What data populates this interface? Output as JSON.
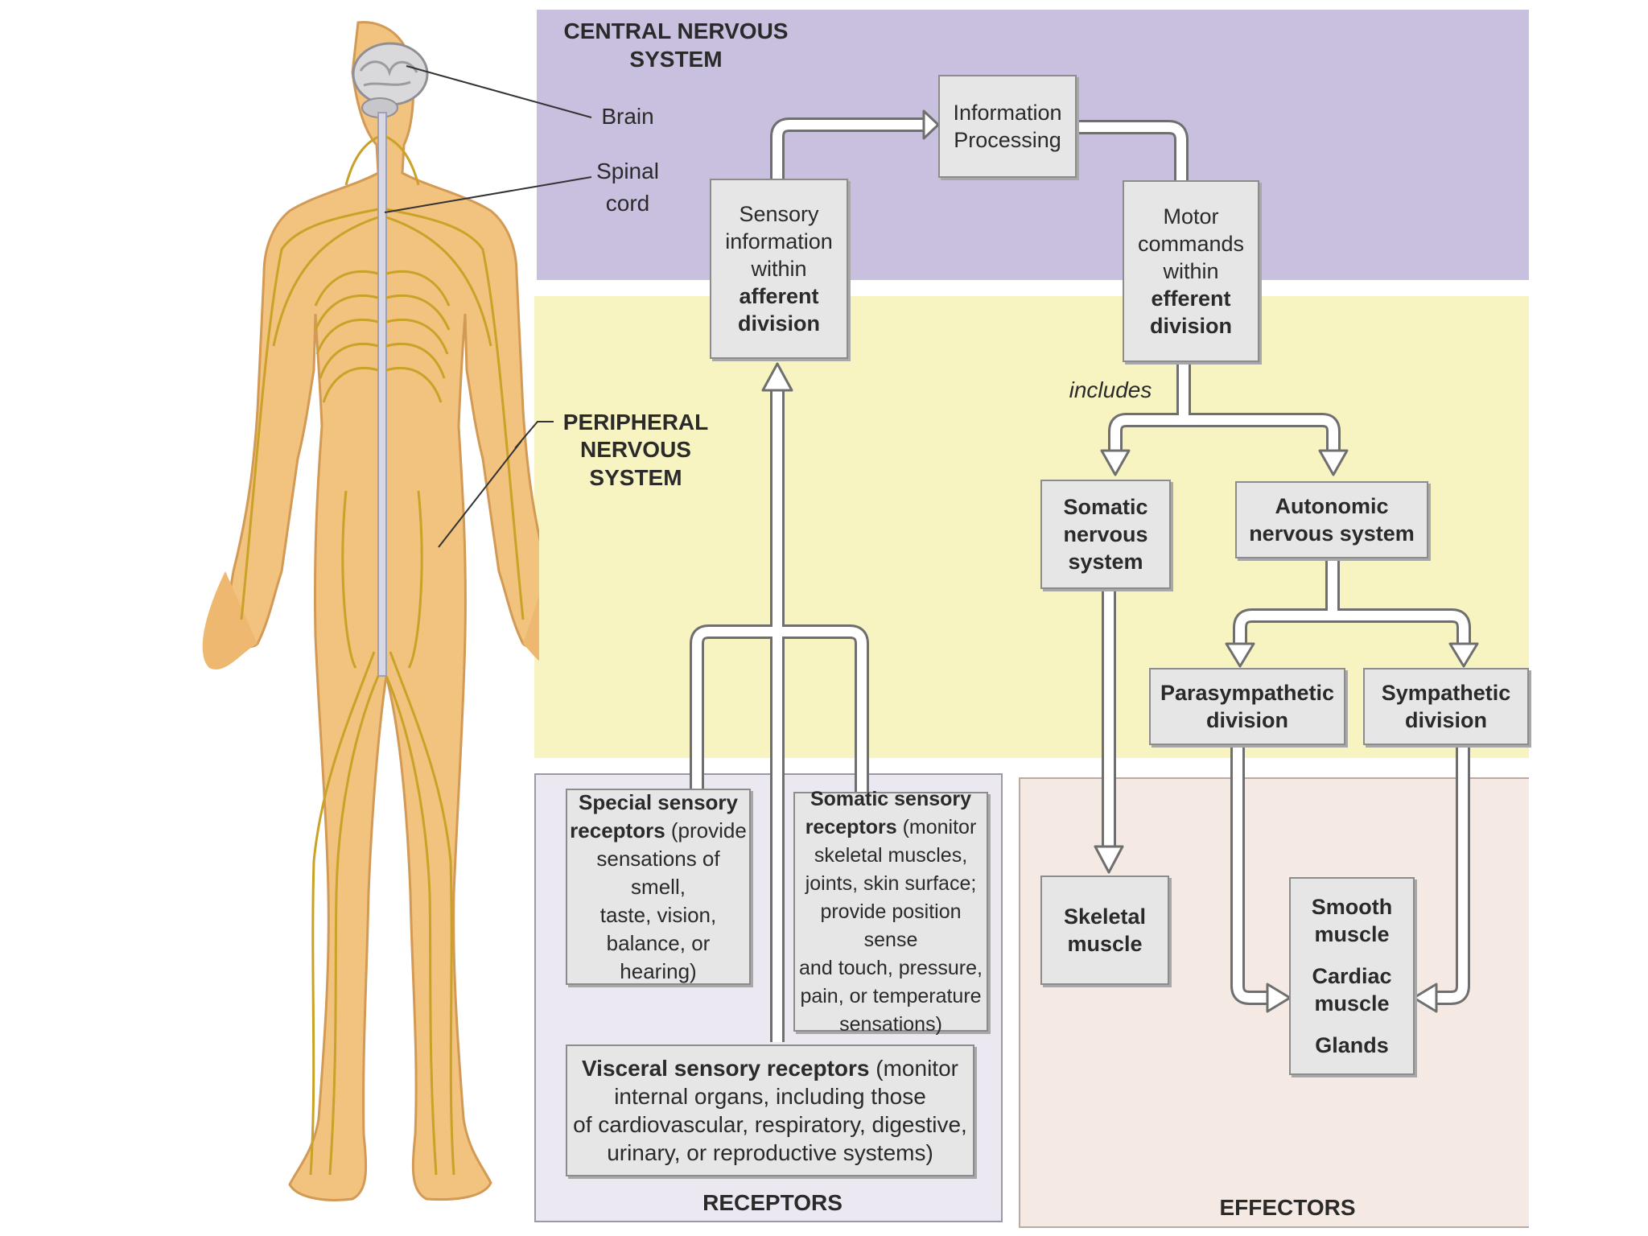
{
  "colors": {
    "cns_bg": "#c9bfdf",
    "pns_bg": "#f7f4c2",
    "receptors_bg": "#ebe8f2",
    "effectors_bg": "#f5e9e3",
    "box_fill": "#e6e6e6",
    "arrow_fill": "#ffffff",
    "arrow_stroke": "#6f6f6f",
    "nerve": "#c9a227",
    "skin": "#f2c27f"
  },
  "figure": {
    "brain_label": "Brain",
    "spinal_label_1": "Spinal",
    "spinal_label_2": "cord",
    "pns_label_1": "PERIPHERAL",
    "pns_label_2": "NERVOUS",
    "pns_label_3": "SYSTEM"
  },
  "cns": {
    "heading_1": "CENTRAL NERVOUS",
    "heading_2": "SYSTEM",
    "info_processing_1": "Information",
    "info_processing_2": "Processing"
  },
  "afferent": {
    "line_1": "Sensory",
    "line_2": "information",
    "line_3": "within",
    "line_4": "afferent",
    "line_5": "division"
  },
  "efferent": {
    "line_1": "Motor",
    "line_2": "commands",
    "line_3": "within",
    "line_4": "efferent",
    "line_5": "division",
    "includes": "includes"
  },
  "somatic_ns": {
    "line_1": "Somatic",
    "line_2": "nervous",
    "line_3": "system"
  },
  "autonomic_ns": {
    "line_1": "Autonomic",
    "line_2": "nervous system"
  },
  "parasympathetic": {
    "line_1": "Parasympathetic",
    "line_2": "division"
  },
  "sympathetic": {
    "line_1": "Sympathetic",
    "line_2": "division"
  },
  "receptors": {
    "footer": "RECEPTORS",
    "special": {
      "bold_1": "Special sensory",
      "bold_2": "receptors",
      "rest_2": " (provide",
      "line_3": "sensations of smell,",
      "line_4": "taste, vision,",
      "line_5": "balance, or",
      "line_6": "hearing)"
    },
    "somatic": {
      "bold_1": "Somatic sensory",
      "bold_2": "receptors",
      "rest_2": " (monitor",
      "line_3": "skeletal muscles,",
      "line_4": "joints, skin surface;",
      "line_5": "provide position sense",
      "line_6": "and touch, pressure,",
      "line_7": "pain, or temperature",
      "line_8": "sensations)"
    },
    "visceral": {
      "bold_1": "Visceral sensory receptors",
      "rest_1": " (monitor",
      "line_2": "internal organs, including those",
      "line_3": "of cardiovascular, respiratory, digestive,",
      "line_4": "urinary, or reproductive systems)"
    }
  },
  "effectors": {
    "footer": "EFFECTORS",
    "skeletal_1": "Skeletal",
    "skeletal_2": "muscle",
    "smooth_1": "Smooth",
    "smooth_2": "muscle",
    "cardiac_1": "Cardiac",
    "cardiac_2": "muscle",
    "glands": "Glands"
  }
}
